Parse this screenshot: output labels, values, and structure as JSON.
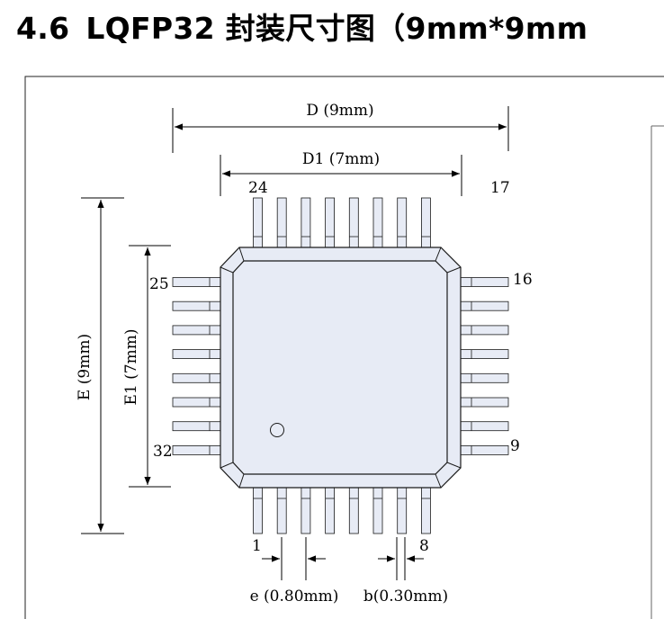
{
  "heading": {
    "number": "4.6",
    "title": "LQFP32 封装尺寸图（9mm*9mm"
  },
  "diagram": {
    "dim_D": "D (9mm)",
    "dim_D1": "D1 (7mm)",
    "dim_E": "E (9mm)",
    "dim_E1": "E1 (7mm)",
    "dim_e": "e (0.80mm)",
    "dim_b": "b(0.30mm)",
    "pin_labels": {
      "p1": "1",
      "p8": "8",
      "p9": "9",
      "p16": "16",
      "p17": "17",
      "p24": "24",
      "p25": "25",
      "p32": "32"
    },
    "colors": {
      "package_fill": "#e7ebf5",
      "outline": "#1a1a1a"
    }
  }
}
